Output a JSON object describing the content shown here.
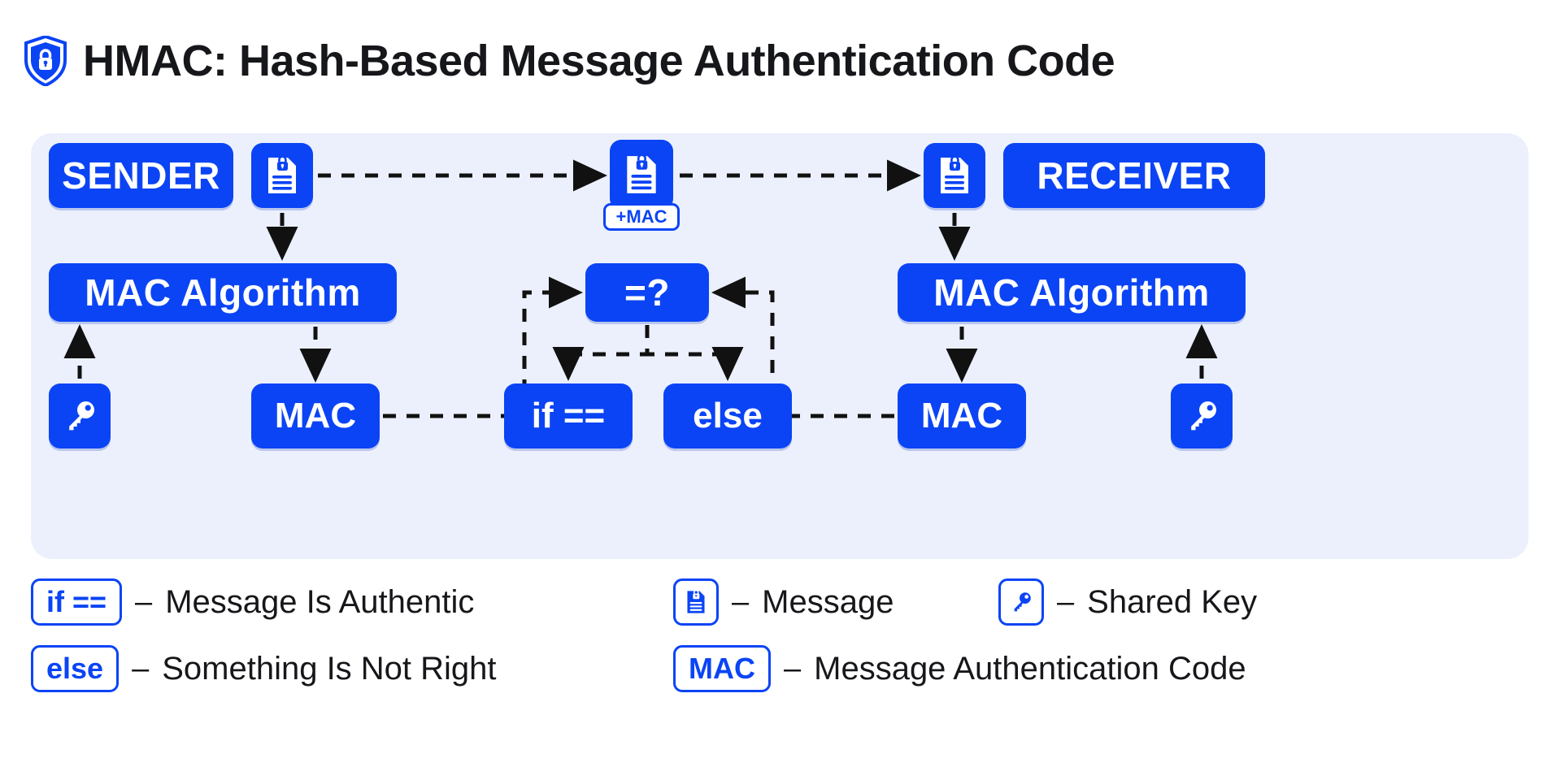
{
  "header": {
    "icon": "shield-lock-icon",
    "title": "HMAC: Hash-Based Message Authentication Code"
  },
  "colors": {
    "brand_blue": "#0b44f5",
    "panel_bg": "#ebf0fc",
    "text_dark": "#16171a",
    "white": "#ffffff",
    "arrow_black": "#111111"
  },
  "diagram": {
    "nodes": {
      "sender": "SENDER",
      "receiver": "RECEIVER",
      "message_sender_icon": "message-document-icon",
      "message_transit_icon": "message-document-icon",
      "message_receiver_icon": "message-document-icon",
      "transit_badge": "+MAC",
      "mac_algorithm_sender": "MAC Algorithm",
      "mac_algorithm_receiver": "MAC Algorithm",
      "compare": "=?",
      "key_sender_icon": "key-icon",
      "key_receiver_icon": "key-icon",
      "mac_sender": "MAC",
      "mac_receiver": "MAC",
      "if_equal": "if ==",
      "else": "else"
    }
  },
  "legend": {
    "items": [
      {
        "id": "if-equal",
        "chip_kind": "text",
        "chip_label": "if ==",
        "dash": "–",
        "description": "Message Is Authentic"
      },
      {
        "id": "else",
        "chip_kind": "text",
        "chip_label": "else",
        "dash": "–",
        "description": "Something Is Not Right"
      },
      {
        "id": "message",
        "chip_kind": "icon",
        "chip_icon": "message-document-icon",
        "dash": "–",
        "description": "Message"
      },
      {
        "id": "mac",
        "chip_kind": "text",
        "chip_label": "MAC",
        "dash": "–",
        "description": "Message Authentication Code"
      },
      {
        "id": "shared-key",
        "chip_kind": "icon",
        "chip_icon": "key-icon",
        "dash": "–",
        "description": "Shared Key"
      }
    ]
  }
}
